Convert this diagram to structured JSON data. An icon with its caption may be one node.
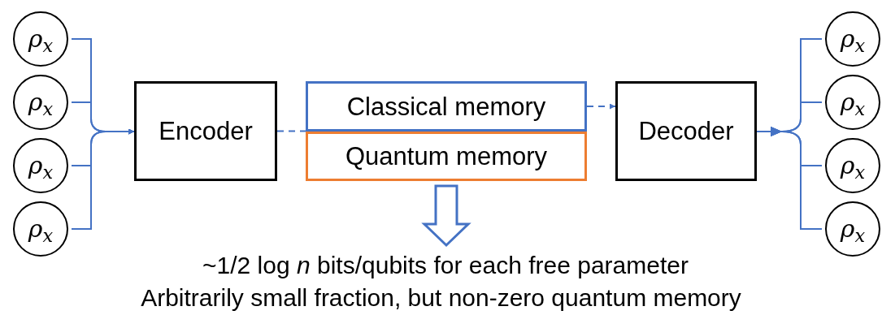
{
  "diagram": {
    "nodes": [
      {
        "text": [
          "ρ$_{x}$"
        ]
      },
      {
        "text": [
          "ρ$_{x}$"
        ]
      },
      {
        "text": [
          "ρ$_{x}$"
        ]
      },
      {
        "text": [
          "ρ$_{x}$"
        ]
      },
      {
        "text": [
          "Encoder"
        ]
      },
      {
        "text": [
          "Classical memory"
        ]
      },
      {
        "text": [
          "Quantum memory"
        ]
      },
      {
        "text": [
          "Decoder"
        ]
      },
      {
        "text": [
          "ρ$_{x}$"
        ]
      },
      {
        "text": [
          "ρ$_{x}$"
        ]
      },
      {
        "text": [
          "ρ$_{x}$"
        ]
      },
      {
        "text": [
          "ρ$_{x}$"
        ]
      },
      {
        "text": [
          "~1/2 log *n* bits/qubits for each free parameter"
        ]
      }
    ],
    "edges": [
      {
        "from": 0,
        "to": 4,
        "arrow": "to"
      },
      {
        "from": 1,
        "to": 4,
        "arrow": "to"
      },
      {
        "from": 2,
        "to": 4,
        "arrow": "to"
      },
      {
        "from": 3,
        "to": 4,
        "arrow": "to"
      },
      {
        "from": 4,
        "to": 5,
        "arrow": "none",
        "style": "dashed"
      },
      {
        "from": 5,
        "to": 7,
        "arrow": "to",
        "style": "dashed"
      },
      {
        "from": 7,
        "to": 8,
        "arrow": "to"
      },
      {
        "from": 7,
        "to": 9,
        "arrow": "to"
      },
      {
        "from": 7,
        "to": 10,
        "arrow": "to"
      },
      {
        "from": 7,
        "to": 11,
        "arrow": "to"
      },
      {
        "from": 6,
        "to": 12,
        "arrow": "to",
        "style": "thick"
      }
    ],
    "labels": [
      "Arbitrarily small fraction, but non-zero quantum memory"
    ]
  }
}
